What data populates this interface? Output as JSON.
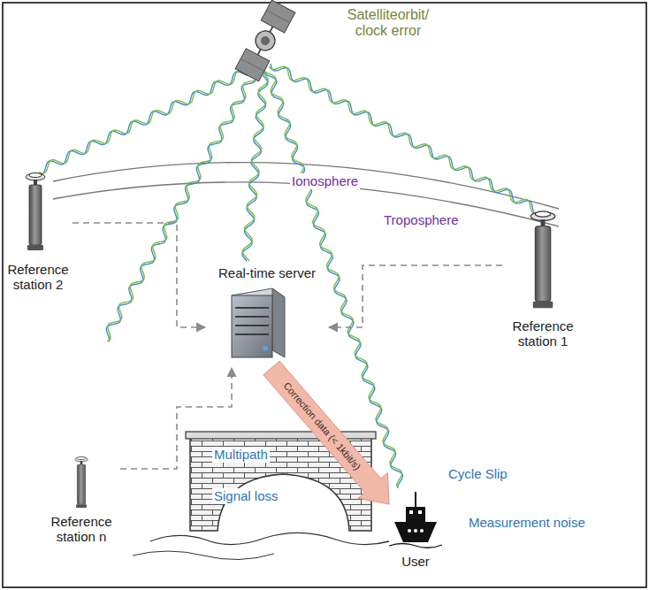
{
  "diagram": {
    "nodes": [
      {
        "text": [
          "Reference station 2"
        ]
      },
      {
        "text": [
          "Reference station 1"
        ]
      },
      {
        "text": [
          "Real-time server"
        ]
      },
      {
        "text": [
          "Reference station n"
        ]
      },
      {
        "text": [
          "User"
        ]
      }
    ],
    "edges": [
      {
        "from": 0,
        "to": 2,
        "arrow": "to"
      },
      {
        "from": 1,
        "to": 2,
        "arrow": "to"
      },
      {
        "from": 3,
        "to": 2,
        "arrow": "to"
      },
      {
        "from": 2,
        "to": 4,
        "label": "Correction data (< 1kbit/s)",
        "arrow": "to"
      }
    ],
    "labels": [
      "Satelliteorbit/ clock error",
      "Ionosphere",
      "Troposphere",
      "Multipath",
      "Signal loss",
      "Cycle Slip",
      "Measurement noise"
    ]
  }
}
